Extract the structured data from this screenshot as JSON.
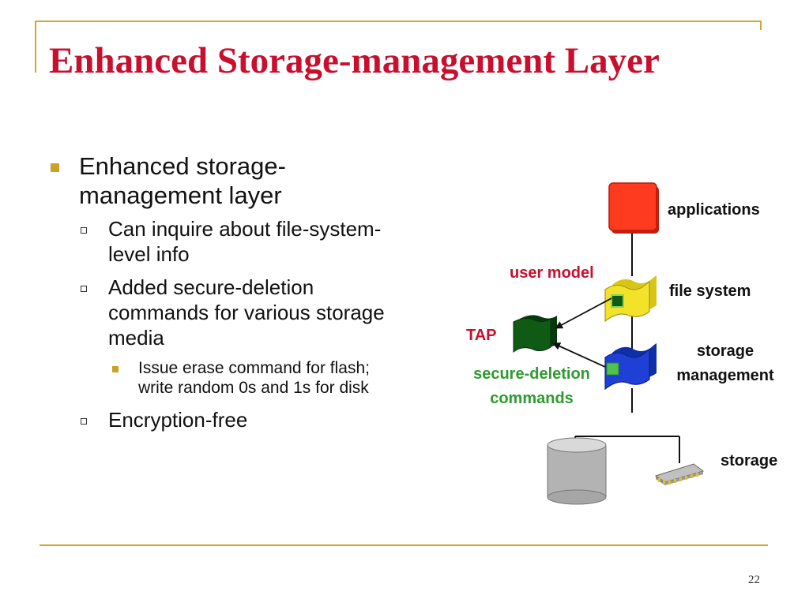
{
  "slide": {
    "title": "Enhanced Storage-management Layer",
    "page_number": "22"
  },
  "bullets": {
    "l1": "Enhanced storage-management layer",
    "sub1": "Can inquire about file-system-level info",
    "sub2": "Added secure-deletion commands for various storage media",
    "subsub1": "Issue erase command for flash; write random 0s and 1s for disk",
    "sub3": "Encryption-free"
  },
  "diagram": {
    "applications": "applications",
    "file_system": "file system",
    "storage_management_1": "storage",
    "storage_management_2": "management",
    "storage": "storage",
    "user_model": "user model",
    "tap": "TAP",
    "secure_deletion_1": "secure-deletion",
    "secure_deletion_2": "commands"
  },
  "colors": {
    "title": "#c8102e",
    "frame": "#d4a62a",
    "bullet": "#c9a227",
    "applications_box": "#ff3b1f",
    "file_system_box": "#f2e22a",
    "storage_mgmt_box": "#1f3fd6",
    "tap_box": "#0f5a14",
    "label_green": "#2e9b2e"
  }
}
